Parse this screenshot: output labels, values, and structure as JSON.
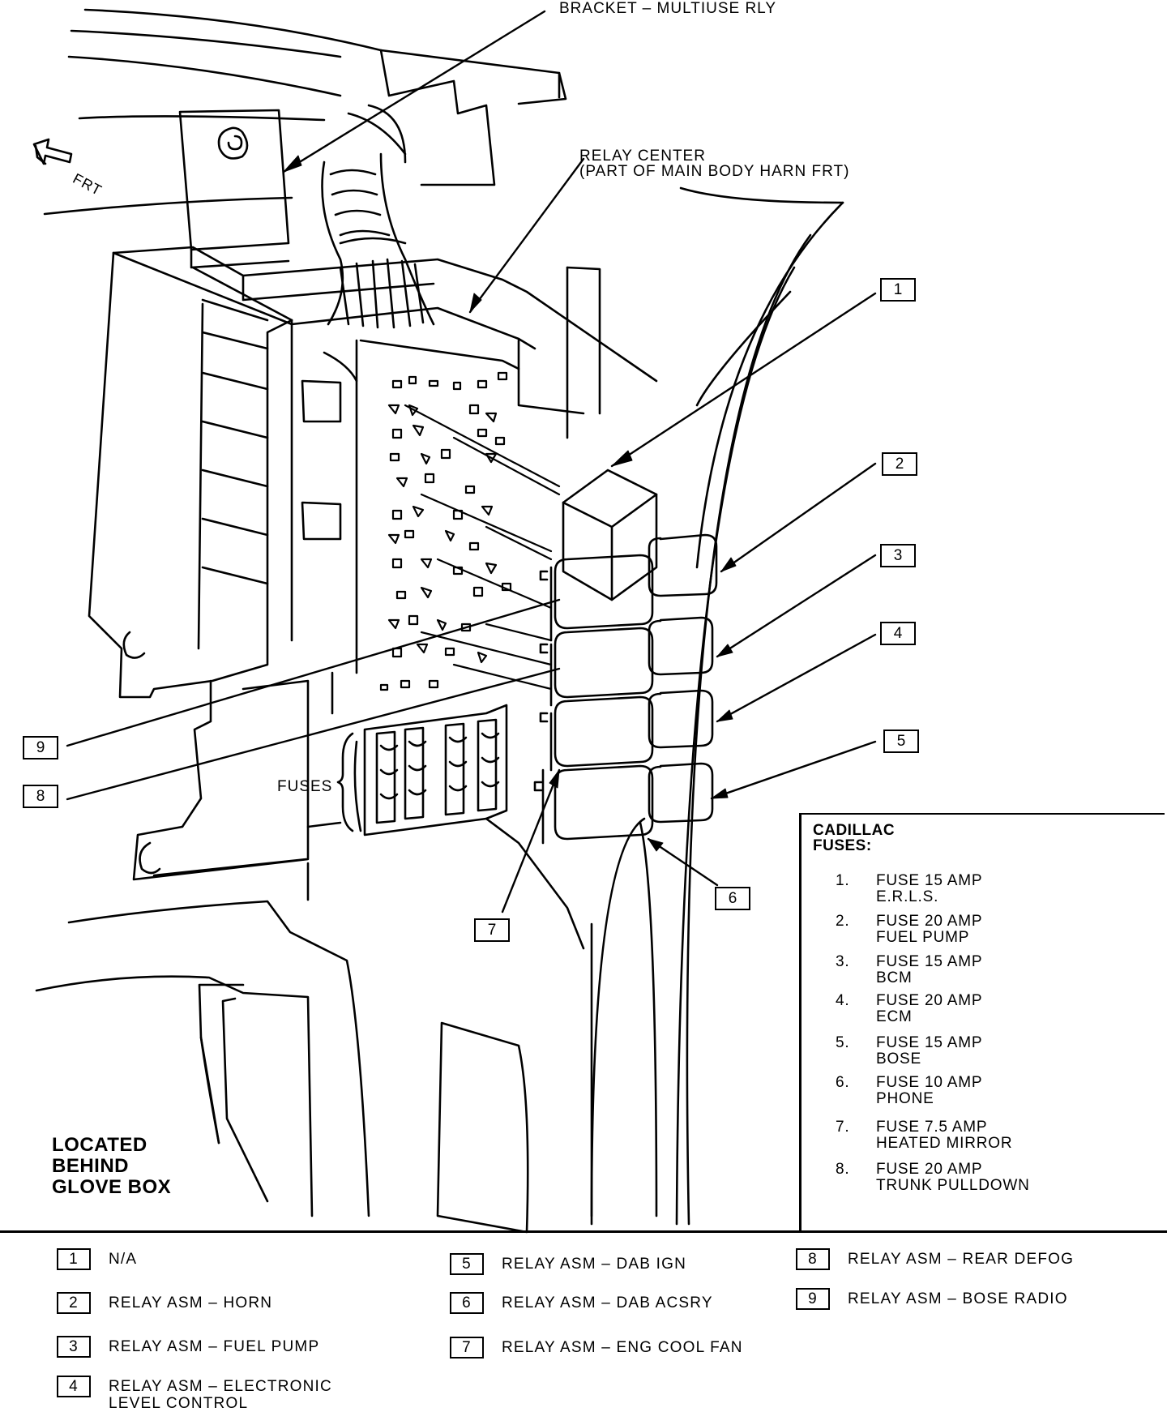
{
  "callouts": {
    "bracket": "BRACKET  –  MULTIUSE RLY",
    "frt": "FRT",
    "relay_center_1": "RELAY CENTER",
    "relay_center_2": "(PART OF MAIN BODY HARN FRT)",
    "fuses": "FUSES"
  },
  "location": [
    "LOCATED",
    "BEHIND",
    "GLOVE BOX"
  ],
  "numbers": [
    "1",
    "2",
    "3",
    "4",
    "5",
    "6",
    "7",
    "8",
    "9"
  ],
  "fuse_panel": {
    "title": [
      "CADILLAC",
      "FUSES:"
    ],
    "items": [
      {
        "num": "1.",
        "line1": "FUSE 15 AMP",
        "line2": "E.R.L.S."
      },
      {
        "num": "2.",
        "line1": "FUSE 20 AMP",
        "line2": "FUEL PUMP"
      },
      {
        "num": "3.",
        "line1": "FUSE 15 AMP",
        "line2": "BCM"
      },
      {
        "num": "4.",
        "line1": "FUSE 20 AMP",
        "line2": "ECM"
      },
      {
        "num": "5.",
        "line1": "FUSE 15 AMP",
        "line2": "BOSE"
      },
      {
        "num": "6.",
        "line1": "FUSE 10 AMP",
        "line2": "PHONE"
      },
      {
        "num": "7.",
        "line1": "FUSE 7.5 AMP",
        "line2": "HEATED MIRROR"
      },
      {
        "num": "8.",
        "line1": "FUSE 20 AMP",
        "line2": "TRUNK PULLDOWN"
      }
    ]
  },
  "legend": [
    {
      "num": "1",
      "text": "N/A",
      "text2": ""
    },
    {
      "num": "2",
      "text": "RELAY ASM  –  HORN",
      "text2": ""
    },
    {
      "num": "3",
      "text": "RELAY ASM  –  FUEL PUMP",
      "text2": ""
    },
    {
      "num": "4",
      "text": "RELAY ASM  –  ELECTRONIC",
      "text2": "LEVEL CONTROL"
    },
    {
      "num": "5",
      "text": "RELAY ASM  –  DAB IGN",
      "text2": ""
    },
    {
      "num": "6",
      "text": "RELAY ASM  –  DAB ACSRY",
      "text2": ""
    },
    {
      "num": "7",
      "text": "RELAY ASM  –  ENG COOL FAN",
      "text2": ""
    },
    {
      "num": "8",
      "text": "RELAY ASM  –  REAR DEFOG",
      "text2": ""
    },
    {
      "num": "9",
      "text": "RELAY ASM  –  BOSE RADIO",
      "text2": ""
    }
  ]
}
